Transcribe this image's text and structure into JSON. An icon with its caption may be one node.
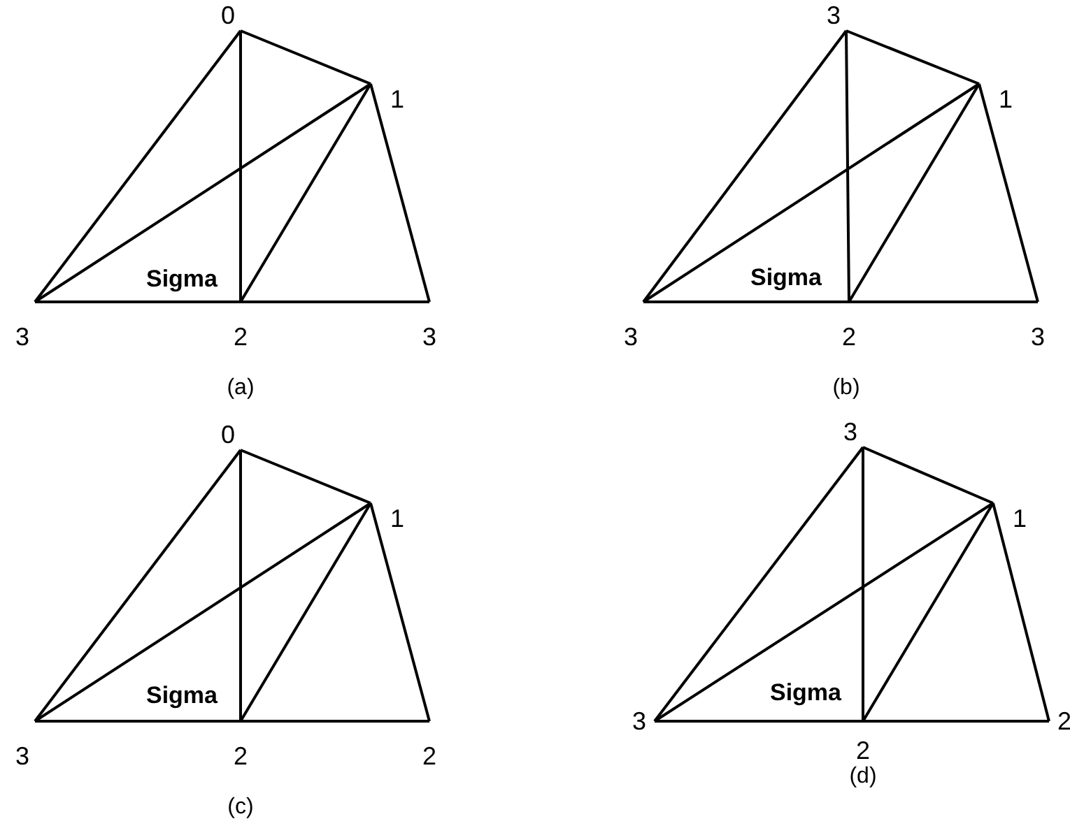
{
  "diagram": {
    "nodes": [
      {
        "text": [
          "0"
        ]
      },
      {
        "text": [
          "1"
        ]
      },
      {
        "text": [
          "3"
        ]
      },
      {
        "text": [
          "2"
        ]
      },
      {
        "text": [
          "3"
        ]
      },
      {
        "text": [
          "3"
        ]
      },
      {
        "text": [
          "1"
        ]
      },
      {
        "text": [
          "3"
        ]
      },
      {
        "text": [
          "2"
        ]
      },
      {
        "text": [
          "3"
        ]
      },
      {
        "text": [
          "0"
        ]
      },
      {
        "text": [
          "1"
        ]
      },
      {
        "text": [
          "3"
        ]
      },
      {
        "text": [
          "2"
        ]
      },
      {
        "text": [
          "2"
        ]
      },
      {
        "text": [
          "3"
        ]
      },
      {
        "text": [
          "1"
        ]
      },
      {
        "text": [
          "3"
        ]
      },
      {
        "text": [
          "2"
        ]
      },
      {
        "text": [
          "2"
        ]
      }
    ],
    "edges": [
      {
        "from": 0,
        "to": 2,
        "arrow": "none"
      },
      {
        "from": 0,
        "to": 3,
        "arrow": "none"
      },
      {
        "from": 0,
        "to": 1,
        "arrow": "none"
      },
      {
        "from": 1,
        "to": 2,
        "arrow": "none"
      },
      {
        "from": 1,
        "to": 3,
        "arrow": "none"
      },
      {
        "from": 1,
        "to": 4,
        "arrow": "none"
      },
      {
        "from": 2,
        "to": 3,
        "arrow": "none"
      },
      {
        "from": 3,
        "to": 4,
        "arrow": "none"
      },
      {
        "from": 5,
        "to": 7,
        "arrow": "none"
      },
      {
        "from": 5,
        "to": 8,
        "arrow": "none"
      },
      {
        "from": 5,
        "to": 6,
        "arrow": "none"
      },
      {
        "from": 6,
        "to": 7,
        "arrow": "none"
      },
      {
        "from": 6,
        "to": 8,
        "arrow": "none"
      },
      {
        "from": 6,
        "to": 9,
        "arrow": "none"
      },
      {
        "from": 7,
        "to": 8,
        "arrow": "none"
      },
      {
        "from": 8,
        "to": 9,
        "arrow": "none"
      },
      {
        "from": 10,
        "to": 12,
        "arrow": "none"
      },
      {
        "from": 10,
        "to": 13,
        "arrow": "none"
      },
      {
        "from": 10,
        "to": 11,
        "arrow": "none"
      },
      {
        "from": 11,
        "to": 12,
        "arrow": "none"
      },
      {
        "from": 11,
        "to": 13,
        "arrow": "none"
      },
      {
        "from": 11,
        "to": 14,
        "arrow": "none"
      },
      {
        "from": 12,
        "to": 13,
        "arrow": "none"
      },
      {
        "from": 13,
        "to": 14,
        "arrow": "none"
      },
      {
        "from": 15,
        "to": 17,
        "arrow": "none"
      },
      {
        "from": 15,
        "to": 18,
        "arrow": "none"
      },
      {
        "from": 15,
        "to": 16,
        "arrow": "none"
      },
      {
        "from": 16,
        "to": 17,
        "arrow": "none"
      },
      {
        "from": 16,
        "to": 18,
        "arrow": "none"
      },
      {
        "from": 16,
        "to": 19,
        "arrow": "none"
      },
      {
        "from": 17,
        "to": 18,
        "arrow": "none"
      },
      {
        "from": 18,
        "to": 19,
        "arrow": "none"
      }
    ],
    "labels": [
      "Sigma",
      "(a)",
      "Sigma",
      "(b)",
      "Sigma",
      "(c)",
      "Sigma",
      "(d)"
    ]
  }
}
